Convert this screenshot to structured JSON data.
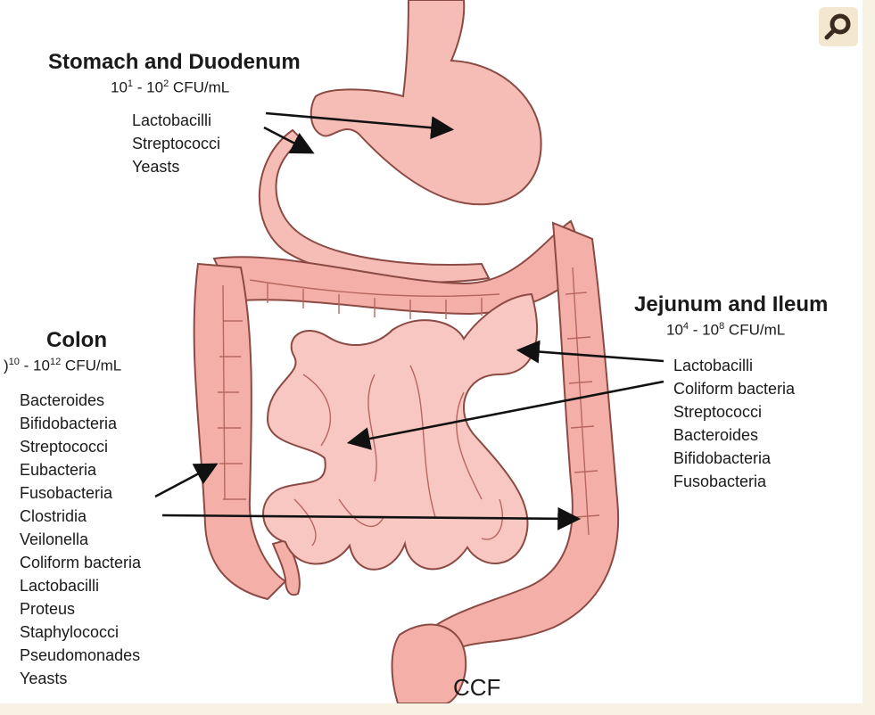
{
  "sections": {
    "stomach": {
      "title": "Stomach and Duodenum",
      "count": {
        "base1": "10",
        "exp1": "1",
        "sep": " - ",
        "base2": "10",
        "exp2": "2",
        "unit": " CFU/mL"
      },
      "organisms": [
        "Lactobacilli",
        "Streptococci",
        "Yeasts"
      ]
    },
    "jejunum": {
      "title": "Jejunum and Ileum",
      "count": {
        "base1": "10",
        "exp1": "4",
        "sep": " - ",
        "base2": "10",
        "exp2": "8",
        "unit": " CFU/mL"
      },
      "organisms": [
        "Lactobacilli",
        "Coliform bacteria",
        "Streptococci",
        "Bacteroides",
        "Bifidobacteria",
        "Fusobacteria"
      ]
    },
    "colon": {
      "title": "Colon",
      "count": {
        "base1": ")",
        "exp1": "10",
        "sep": " - ",
        "base2": "10",
        "exp2": "12",
        "unit": " CFU/mL"
      },
      "organisms": [
        "Bacteroides",
        "Bifidobacteria",
        "Streptococci",
        "Eubacteria",
        "Fusobacteria",
        "Clostridia",
        "Veilonella",
        "Coliform bacteria",
        "Lactobacilli",
        "Proteus",
        "Staphylococci",
        "Pseudomonades",
        "Yeasts"
      ]
    }
  },
  "footer_label": "CCF",
  "icons": [
    "magnifier-icon"
  ],
  "colors": {
    "organ_fill": "#f4b4ae",
    "organ_outline": "#8b4a44",
    "arrow": "#111111",
    "edge": "#f7f2e3"
  }
}
